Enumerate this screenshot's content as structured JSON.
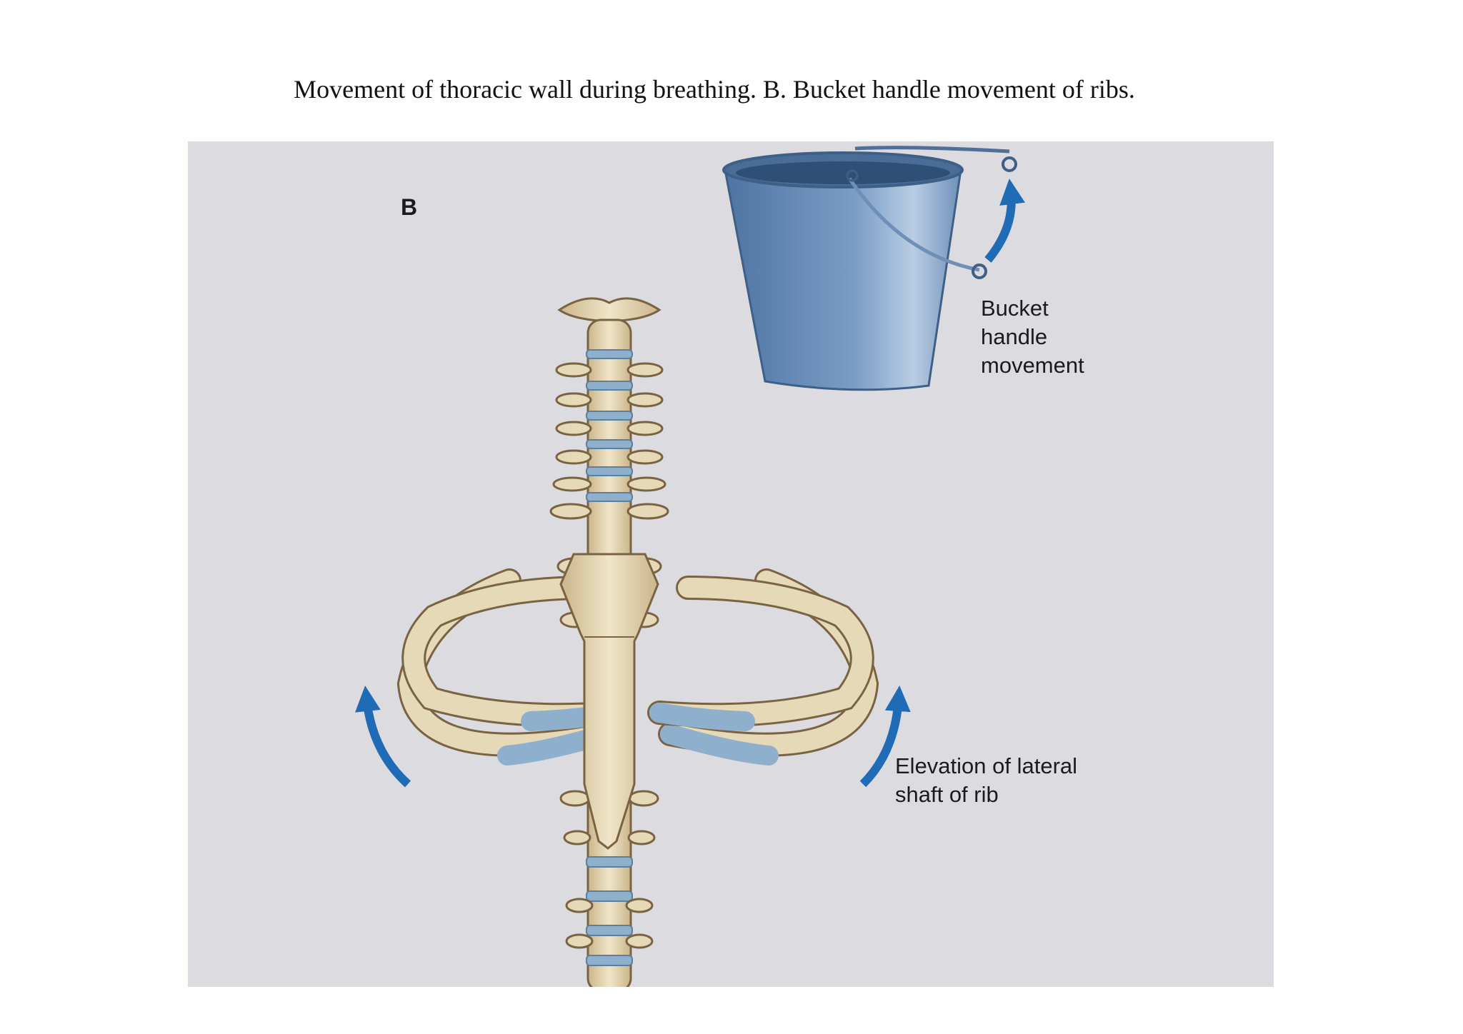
{
  "caption": "Movement of thoracic wall during breathing. B. Bucket handle movement of ribs.",
  "figure": {
    "panel_letter": "B",
    "bucket_label_lines": [
      "Bucket",
      "handle",
      "movement"
    ],
    "rib_label_lines": [
      "Elevation of lateral",
      "shaft of rib"
    ]
  },
  "colors": {
    "background": "#dcdbdf",
    "bone": "#e6d9b8",
    "bone_outline": "#7a6342",
    "cartilage": "#8fb0cc",
    "bucket": "#5f84b0",
    "arrow": "#1f6bb5"
  },
  "icons": [
    "bucket-icon",
    "spine-icon",
    "arrow-up-icon"
  ]
}
